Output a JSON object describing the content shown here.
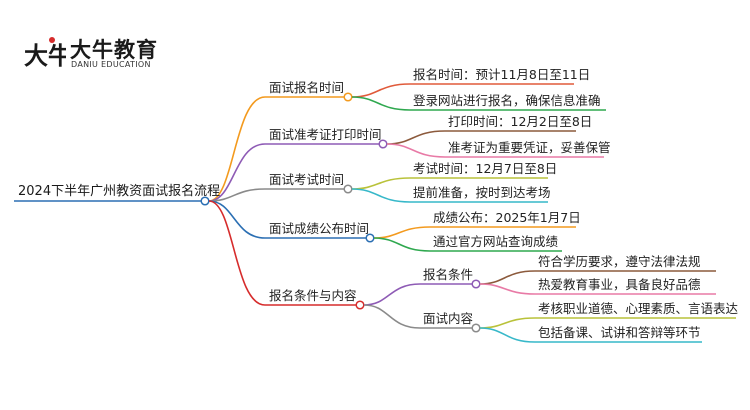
{
  "logo": {
    "name": "大牛教育",
    "subtitle": "DANIU EDUCATION",
    "mark_text": "大牛",
    "accent": "#d62c2c"
  },
  "mindmap": {
    "root": "2024下半年广州教资面试报名流程",
    "branches": [
      {
        "label": "面试报名时间",
        "color": "#f39a1e",
        "children": [
          {
            "label": "报名时间：预计11月8日至11日",
            "color": "#e05a3a"
          },
          {
            "label": "登录网站进行报名，确保信息准确",
            "color": "#2fa84f"
          }
        ]
      },
      {
        "label": "面试准考证打印时间",
        "color": "#8e5bb5",
        "children": [
          {
            "label": "打印时间：12月2日至8日",
            "color": "#8c5a3c"
          },
          {
            "label": "准考证为重要凭证，妥善保管",
            "color": "#e87aa6"
          }
        ]
      },
      {
        "label": "面试考试时间",
        "color": "#8a8a8a",
        "children": [
          {
            "label": "考试时间：12月7日至8日",
            "color": "#b9c23a"
          },
          {
            "label": "提前准备，按时到达考场",
            "color": "#37b8c9"
          }
        ]
      },
      {
        "label": "面试成绩公布时间",
        "color": "#2b6fb3",
        "children": [
          {
            "label": "成绩公布：2025年1月7日",
            "color": "#f39a1e"
          },
          {
            "label": "通过官方网站查询成绩",
            "color": "#2fa84f"
          }
        ]
      },
      {
        "label": "报名条件与内容",
        "color": "#d62c2c",
        "children": [
          {
            "label": "报名条件",
            "color": "#8e5bb5",
            "children": [
              {
                "label": "符合学历要求，遵守法律法规",
                "color": "#8c5a3c"
              },
              {
                "label": "热爱教育事业，具备良好品德",
                "color": "#e87aa6"
              }
            ]
          },
          {
            "label": "面试内容",
            "color": "#8a8a8a",
            "children": [
              {
                "label": "考核职业道德、心理素质、言语表达",
                "color": "#b9c23a"
              },
              {
                "label": "包括备课、试讲和答辩等环节",
                "color": "#37b8c9"
              }
            ]
          }
        ]
      }
    ]
  }
}
